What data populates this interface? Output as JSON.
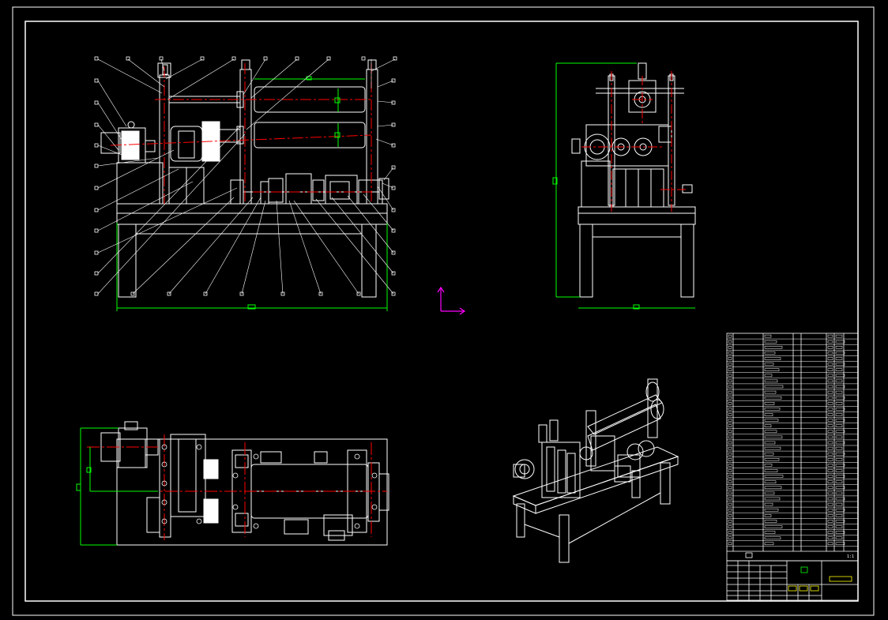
{
  "drawing": {
    "colors": {
      "background": "#000000",
      "line": "#ffffff",
      "dimension": "#00ff00",
      "centerline": "#ff0000",
      "ucs_icon": "#ff00ff",
      "yellow": "#ffff00"
    },
    "views": [
      "front-view",
      "side-view",
      "top-view",
      "isometric-view"
    ],
    "title_block": {
      "header_cells": [
        "",
        "",
        "",
        "1:1"
      ]
    }
  }
}
